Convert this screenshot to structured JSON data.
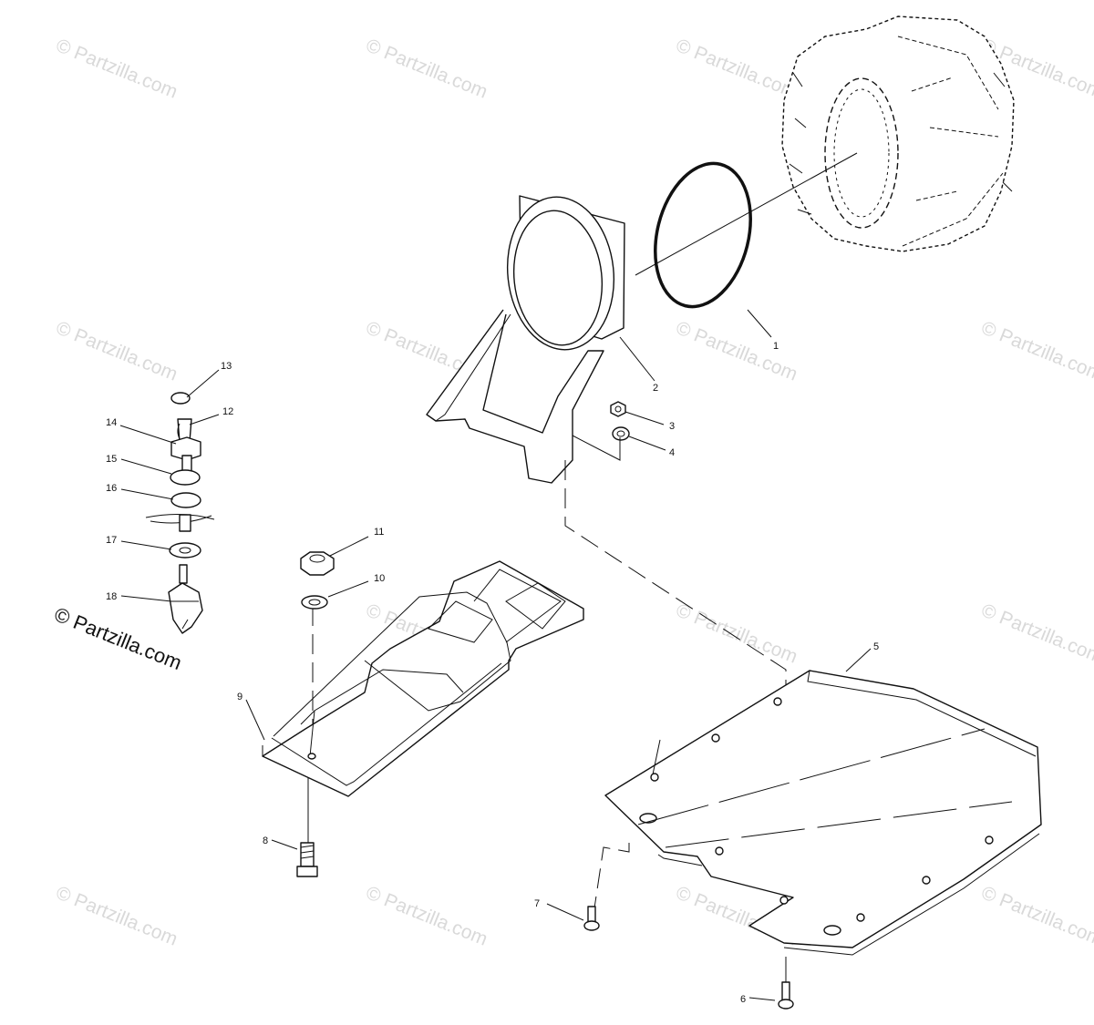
{
  "watermark_text": "© Partzilla.com",
  "brand_text": "© Partzilla.com",
  "callouts": [
    "1",
    "2",
    "3",
    "4",
    "5",
    "6",
    "7",
    "8",
    "9",
    "10",
    "11",
    "12",
    "13",
    "14",
    "15",
    "16",
    "17",
    "18"
  ],
  "colors": {
    "line": "#111111",
    "watermark": "#d9d9d9",
    "background": "#ffffff"
  }
}
